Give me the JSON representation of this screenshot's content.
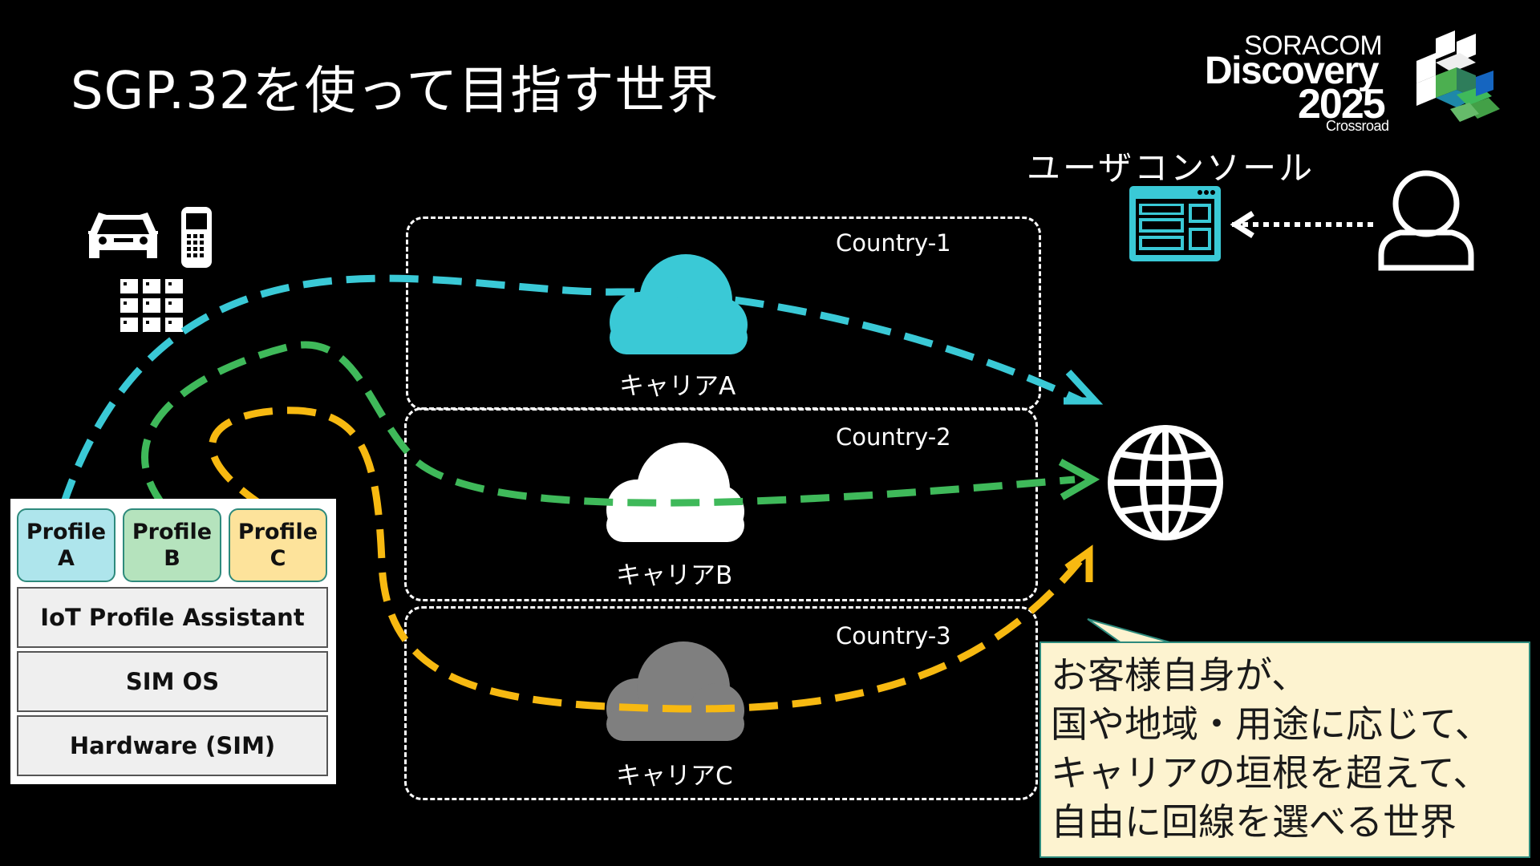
{
  "title": "SGP.32を使って目指す世界",
  "logo": {
    "brand": "SORACOM",
    "name": "Discovery",
    "year": "2025",
    "subtitle": "Crossroad"
  },
  "user_console_label": "ユーザコンソール",
  "countries": [
    {
      "label": "Country-1",
      "carrier": "キャリアA",
      "cloud_color": "#3ac9d6"
    },
    {
      "label": "Country-2",
      "carrier": "キャリアB",
      "cloud_color": "#ffffff"
    },
    {
      "label": "Country-3",
      "carrier": "キャリアC",
      "cloud_color": "#7f7f7f"
    }
  ],
  "sim_stack": {
    "profiles": [
      {
        "line1": "Profile",
        "line2": "A",
        "color": "#aee5ec"
      },
      {
        "line1": "Profile",
        "line2": "B",
        "color": "#b5e3bd"
      },
      {
        "line1": "Profile",
        "line2": "C",
        "color": "#fde39b"
      }
    ],
    "layers": [
      "IoT Profile Assistant",
      "SIM OS",
      "Hardware (SIM)"
    ]
  },
  "route_colors": {
    "a": "#3ac9d6",
    "b": "#3fb95a",
    "c": "#f7b911"
  },
  "callout_lines": [
    "お客様自身が、",
    "国や地域・用途に応じて、",
    "キャリアの垣根を超えて、",
    "自由に回線を選べる世界"
  ]
}
